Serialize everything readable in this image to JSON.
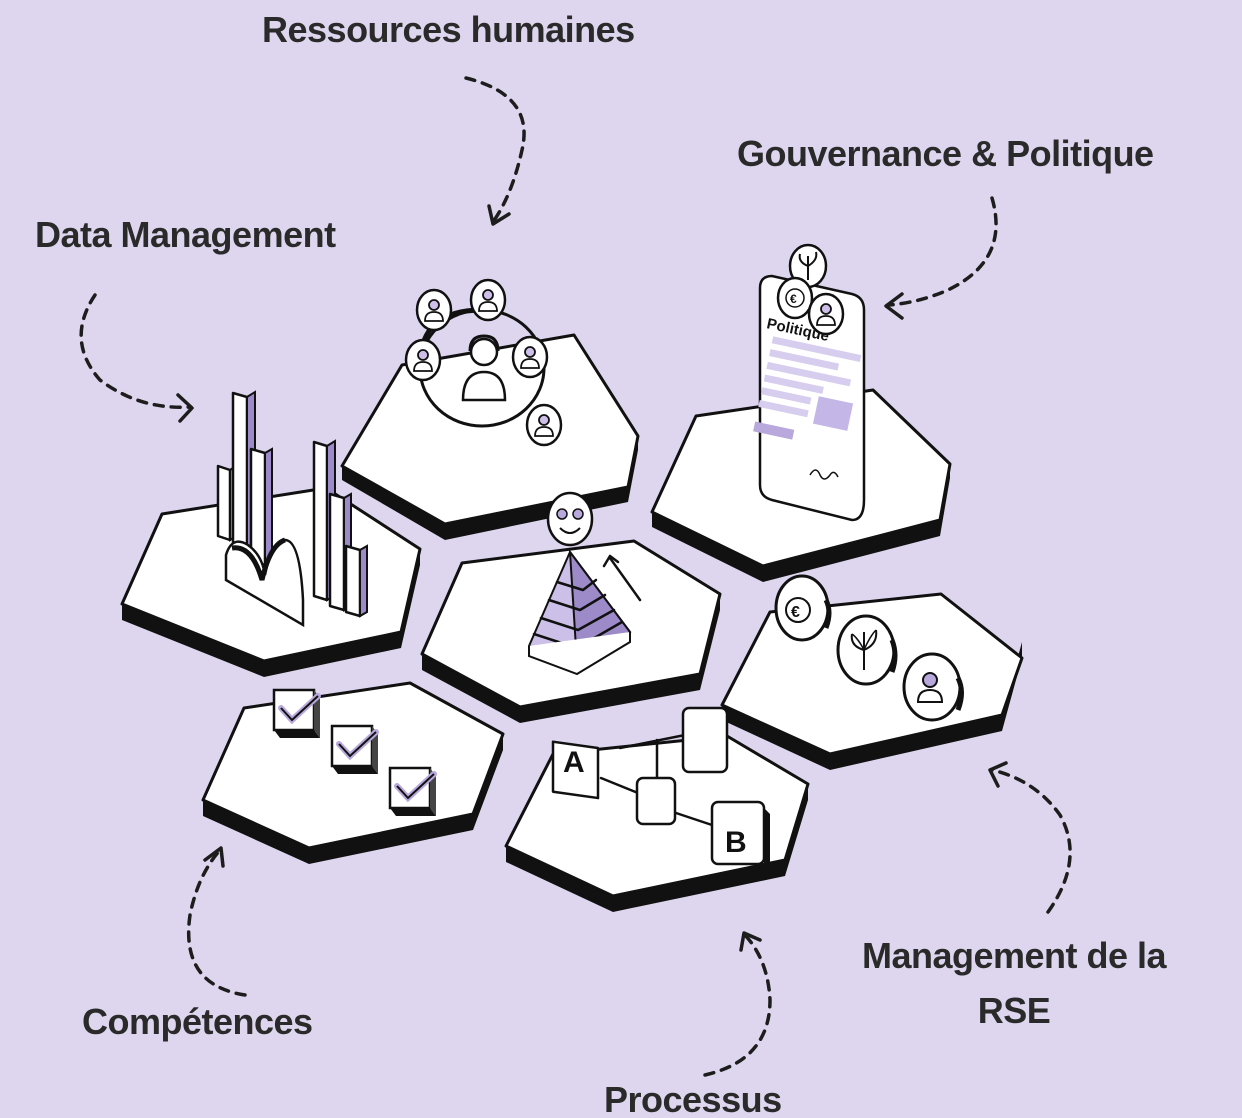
{
  "labels": {
    "ressources_humaines": "Ressources humaines",
    "gouvernance_politique": "Gouvernance & Politique",
    "data_management": "Data Management",
    "management_rse": "Management de la RSE",
    "competences": "Compétences",
    "processus": "Processus"
  },
  "illustration": {
    "document_title": "Politique",
    "letter_a": "A",
    "letter_b": "B",
    "currency_symbol": "€"
  },
  "colors": {
    "background": "#ded6ee",
    "accent": "#b8a8dc",
    "text": "#2a2a2a"
  }
}
